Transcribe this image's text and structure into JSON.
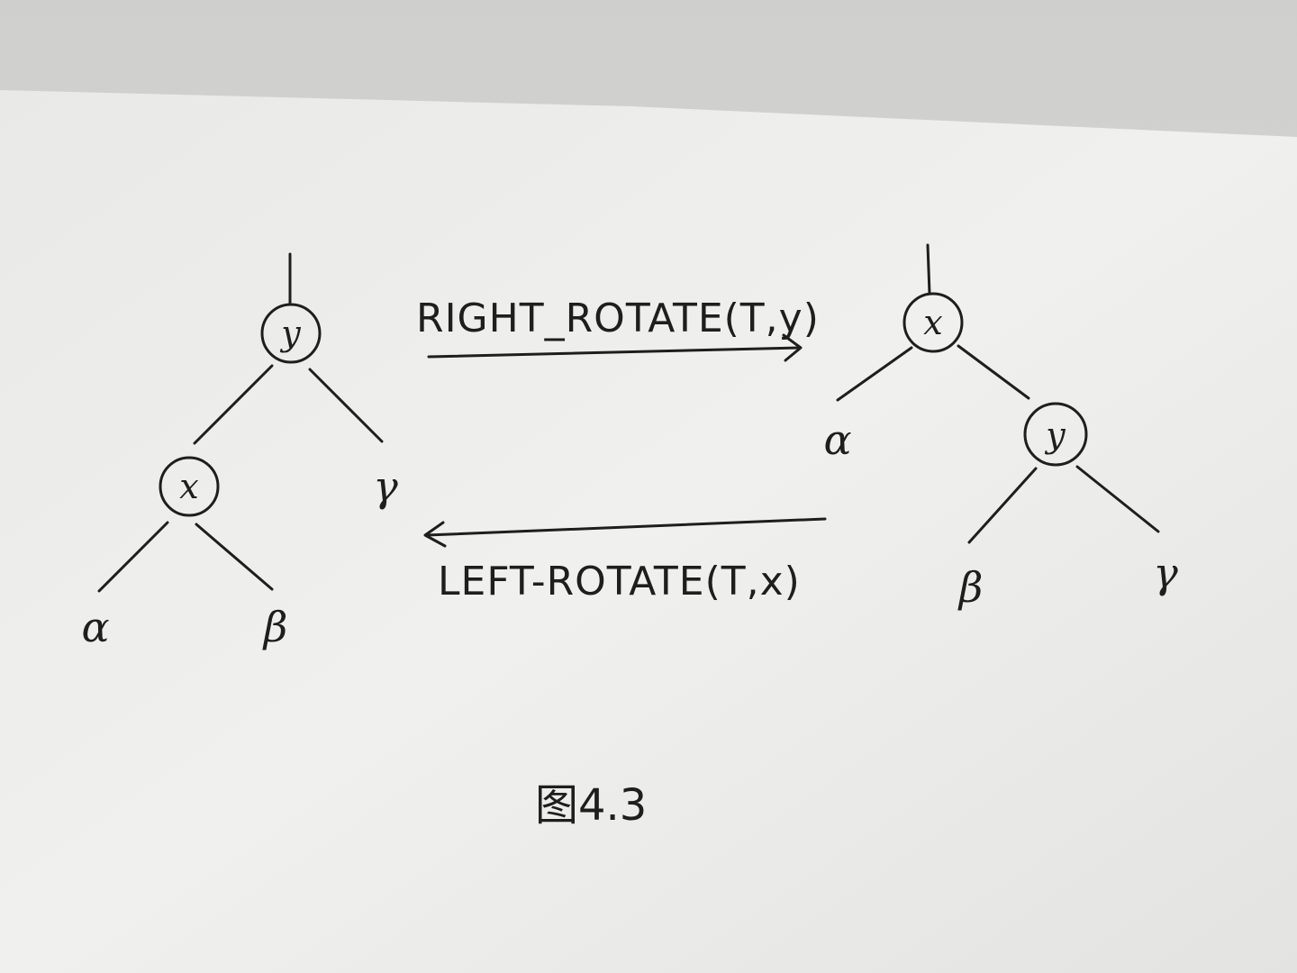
{
  "trees": {
    "left": {
      "root": "y",
      "inner": "x",
      "leaves": [
        "α",
        "β",
        "γ"
      ]
    },
    "right": {
      "root": "x",
      "inner": "y",
      "leaves": [
        "α",
        "β",
        "γ"
      ]
    }
  },
  "operations": {
    "forward": "RIGHT_ROTATE(T,y)",
    "backward": "LEFT-ROTATE(T,x)"
  },
  "caption": "图4.3",
  "colors": {
    "ink": "#1e1e1e",
    "paper": "#ececea"
  }
}
